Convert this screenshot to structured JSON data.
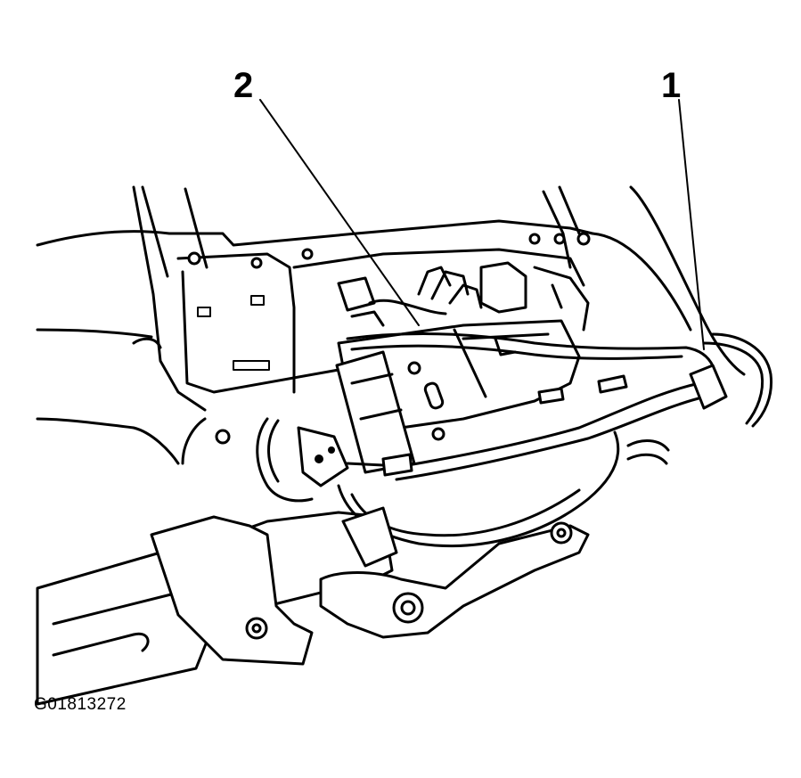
{
  "callouts": {
    "one": "1",
    "two": "2"
  },
  "figure_id": "G01813272"
}
